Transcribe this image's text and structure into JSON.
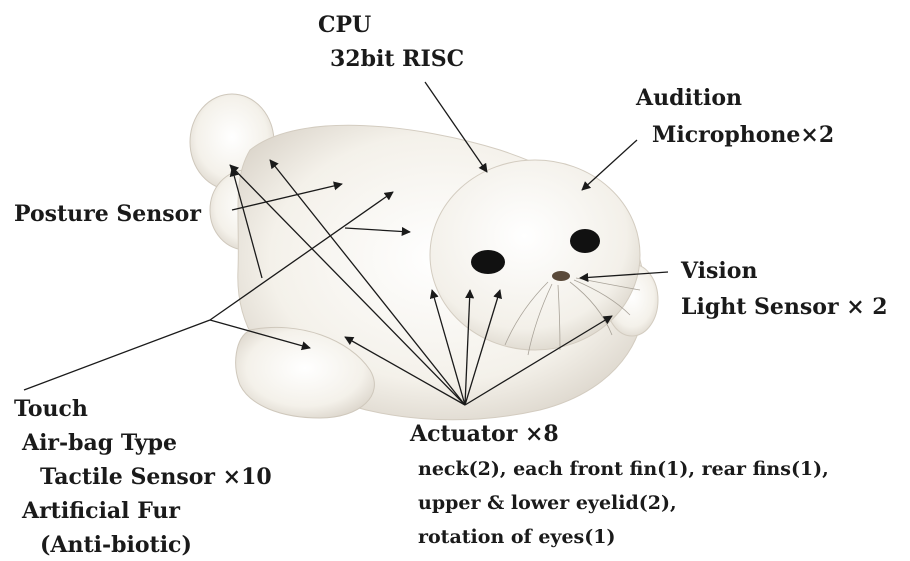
{
  "labels": {
    "cpu_title": "CPU",
    "cpu_detail": "32bit RISC",
    "audition_title": "Audition",
    "audition_detail": "Microphone×2",
    "posture": "Posture Sensor",
    "vision_title": "Vision",
    "vision_detail": "Light Sensor × 2",
    "touch_title": "Touch",
    "touch_line1": "Air-bag Type",
    "touch_line2": "Tactile Sensor ×10",
    "touch_line3": "Artificial Fur",
    "touch_line4": "(Anti-biotic)",
    "actuator_title": "Actuator ×8",
    "actuator_line1": "neck(2), each front fin(1), rear fins(1),",
    "actuator_line2": "upper & lower eyelid(2),",
    "actuator_line3": "rotation of eyes(1)"
  },
  "colors": {
    "fur": "#f6f4ef",
    "fur_shadow": "#ddd8cf",
    "eye": "#111111",
    "line": "#1a1a1a"
  }
}
